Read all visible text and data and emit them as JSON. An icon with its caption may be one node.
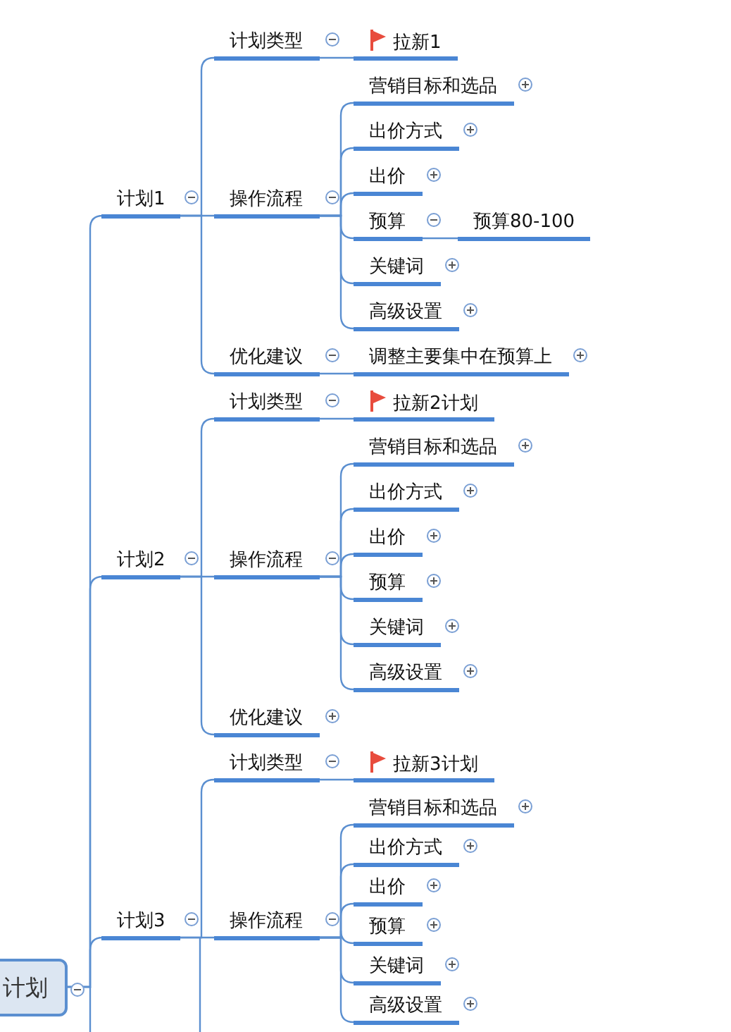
{
  "diagram": {
    "nodes": [
      {
        "text": [
          "计划"
        ]
      },
      {
        "text": [
          "计划1"
        ]
      },
      {
        "text": [
          "计划类型"
        ]
      },
      {
        "text": [
          "拉新1"
        ]
      },
      {
        "text": [
          "操作流程"
        ]
      },
      {
        "text": [
          "营销目标和选品"
        ]
      },
      {
        "text": [
          "出价方式"
        ]
      },
      {
        "text": [
          "出价"
        ]
      },
      {
        "text": [
          "预算"
        ]
      },
      {
        "text": [
          "预算80-100"
        ]
      },
      {
        "text": [
          "关键词"
        ]
      },
      {
        "text": [
          "高级设置"
        ]
      },
      {
        "text": [
          "优化建议"
        ]
      },
      {
        "text": [
          "调整主要集中在预算上"
        ]
      },
      {
        "text": [
          "计划2"
        ]
      },
      {
        "text": [
          "计划类型"
        ]
      },
      {
        "text": [
          "拉新2计划"
        ]
      },
      {
        "text": [
          "操作流程"
        ]
      },
      {
        "text": [
          "营销目标和选品"
        ]
      },
      {
        "text": [
          "出价方式"
        ]
      },
      {
        "text": [
          "出价"
        ]
      },
      {
        "text": [
          "预算"
        ]
      },
      {
        "text": [
          "关键词"
        ]
      },
      {
        "text": [
          "高级设置"
        ]
      },
      {
        "text": [
          "优化建议"
        ]
      },
      {
        "text": [
          "计划3"
        ]
      },
      {
        "text": [
          "计划类型"
        ]
      },
      {
        "text": [
          "拉新3计划"
        ]
      },
      {
        "text": [
          "操作流程"
        ]
      },
      {
        "text": [
          "营销目标和选品"
        ]
      },
      {
        "text": [
          "出价方式"
        ]
      },
      {
        "text": [
          "出价"
        ]
      },
      {
        "text": [
          "预算"
        ]
      },
      {
        "text": [
          "关键词"
        ]
      },
      {
        "text": [
          "高级设置"
        ]
      }
    ],
    "edges": [
      {
        "from": 0,
        "to": 1,
        "arrow": "none"
      },
      {
        "from": 0,
        "to": 14,
        "arrow": "none"
      },
      {
        "from": 0,
        "to": 25,
        "arrow": "none"
      },
      {
        "from": 1,
        "to": 2,
        "arrow": "none"
      },
      {
        "from": 1,
        "to": 4,
        "arrow": "none"
      },
      {
        "from": 1,
        "to": 12,
        "arrow": "none"
      },
      {
        "from": 2,
        "to": 3,
        "arrow": "none"
      },
      {
        "from": 4,
        "to": 5,
        "arrow": "none"
      },
      {
        "from": 4,
        "to": 6,
        "arrow": "none"
      },
      {
        "from": 4,
        "to": 7,
        "arrow": "none"
      },
      {
        "from": 4,
        "to": 8,
        "arrow": "none"
      },
      {
        "from": 4,
        "to": 10,
        "arrow": "none"
      },
      {
        "from": 4,
        "to": 11,
        "arrow": "none"
      },
      {
        "from": 8,
        "to": 9,
        "arrow": "none"
      },
      {
        "from": 12,
        "to": 13,
        "arrow": "none"
      },
      {
        "from": 14,
        "to": 15,
        "arrow": "none"
      },
      {
        "from": 14,
        "to": 17,
        "arrow": "none"
      },
      {
        "from": 14,
        "to": 24,
        "arrow": "none"
      },
      {
        "from": 15,
        "to": 16,
        "arrow": "none"
      },
      {
        "from": 17,
        "to": 18,
        "arrow": "none"
      },
      {
        "from": 17,
        "to": 19,
        "arrow": "none"
      },
      {
        "from": 17,
        "to": 20,
        "arrow": "none"
      },
      {
        "from": 17,
        "to": 21,
        "arrow": "none"
      },
      {
        "from": 17,
        "to": 22,
        "arrow": "none"
      },
      {
        "from": 17,
        "to": 23,
        "arrow": "none"
      },
      {
        "from": 25,
        "to": 26,
        "arrow": "none"
      },
      {
        "from": 25,
        "to": 28,
        "arrow": "none"
      },
      {
        "from": 26,
        "to": 27,
        "arrow": "none"
      },
      {
        "from": 28,
        "to": 29,
        "arrow": "none"
      },
      {
        "from": 28,
        "to": 30,
        "arrow": "none"
      },
      {
        "from": 28,
        "to": 31,
        "arrow": "none"
      },
      {
        "from": 28,
        "to": 32,
        "arrow": "none"
      },
      {
        "from": 28,
        "to": 33,
        "arrow": "none"
      },
      {
        "from": 28,
        "to": 34,
        "arrow": "none"
      }
    ]
  }
}
